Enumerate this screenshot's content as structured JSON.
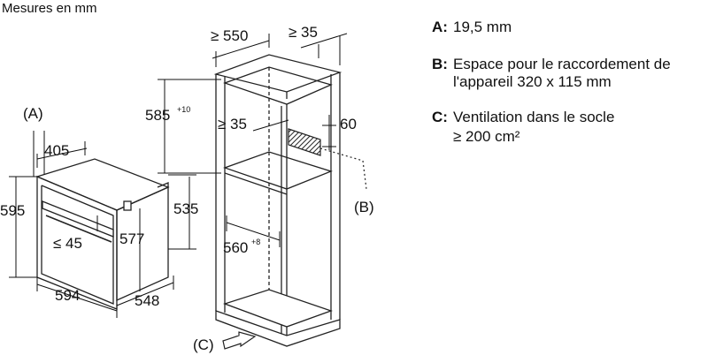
{
  "header": {
    "title": "Mesures en mm"
  },
  "oven": {
    "label_a": "(A)",
    "dim_depth_top": "405",
    "dim_height": "595",
    "dim_side_height": "535",
    "dim_door": "≤ 45",
    "dim_inner_height": "577",
    "dim_width": "594",
    "dim_depth": "548"
  },
  "cabinet": {
    "dim_width": "≥ 550",
    "dim_back": "≥ 35",
    "dim_niche_height": "585",
    "dim_niche_height_tol": "+10",
    "dim_gap": "≥ 35",
    "dim_opening": "60",
    "dim_niche_width": "560",
    "dim_niche_width_tol": "+8",
    "label_b": "(B)",
    "label_c": "(C)"
  },
  "legend": [
    {
      "key": "A:",
      "lines": [
        "19,5 mm"
      ]
    },
    {
      "key": "B:",
      "lines": [
        "Espace pour le raccordement de",
        "l'appareil 320 x 115 mm"
      ]
    },
    {
      "key": "C:",
      "lines": [
        "Ventilation dans le socle",
        "≥ 200 cm²"
      ]
    }
  ]
}
